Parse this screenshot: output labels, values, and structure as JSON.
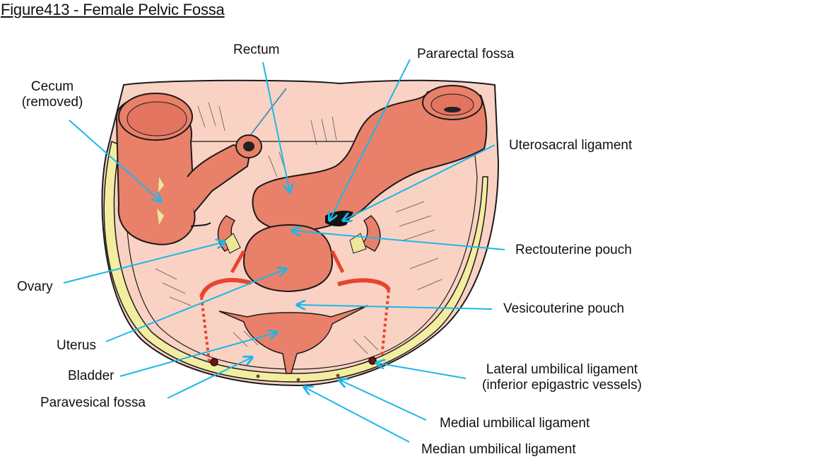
{
  "figure": {
    "title": "Figure413 - Female Pelvic Fossa"
  },
  "colors": {
    "leader_line": "#1ab8ea",
    "peritoneum": "#f9d2c4",
    "organ": "#e9806a",
    "organ_dark": "#d8644e",
    "fat_band": "#f3eda1",
    "artery": "#e8452e",
    "ink": "#1a1a1a",
    "ovary": "#ece79a"
  },
  "labels": {
    "cecum_line1": "Cecum",
    "cecum_line2": "(removed)",
    "rectum": "Rectum",
    "pararectal_fossa": "Pararectal fossa",
    "uterosacral_ligament": "Uterosacral ligament",
    "rectouterine_pouch": "Rectouterine pouch",
    "ovary": "Ovary",
    "vesicouterine_pouch": "Vesicouterine pouch",
    "uterus": "Uterus",
    "bladder": "Bladder",
    "paravesical_fossa": "Paravesical fossa",
    "lateral_umbilical_line1": "Lateral umbilical ligament",
    "lateral_umbilical_line2": "(inferior epigastric vessels)",
    "medial_umbilical_ligament": "Medial umbilical ligament",
    "median_umbilical_ligament": "Median umbilical ligament"
  }
}
